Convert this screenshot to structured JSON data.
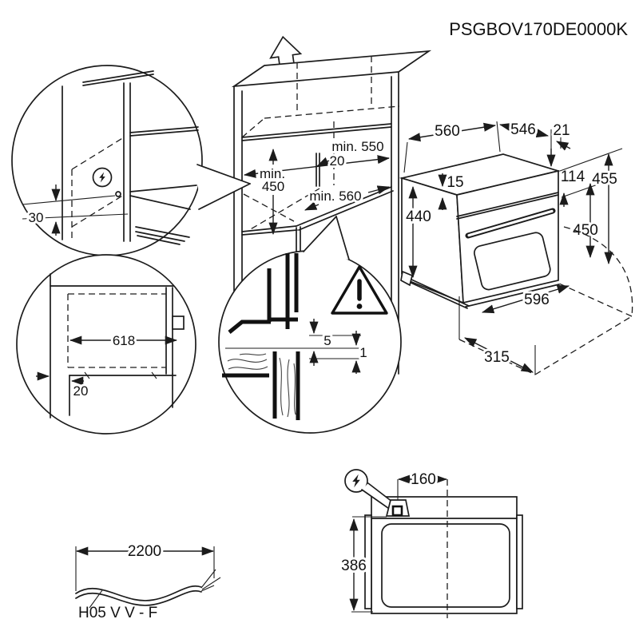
{
  "title": "PSGBOV170DE0000K",
  "colors": {
    "line": "#1c1c1c",
    "background": "#ffffff"
  },
  "icons": {
    "up_arrow": "hollow-up-arrow",
    "power": "lightning-bolt-circle",
    "warning": "exclamation-triangle"
  },
  "cabinet": {
    "niche_depth_top": "min. 550",
    "rear_gap": "20",
    "niche_height_word": "min.",
    "niche_height_value": "450",
    "shelf_depth": "min. 560"
  },
  "power_detail": {
    "offset_below_shelf": "30"
  },
  "cutout_detail": {
    "cutout_width": "618",
    "front_clearance": "20"
  },
  "front_gap_detail": {
    "frame_gap": "5",
    "worktop_gap": "1"
  },
  "oven": {
    "niche_depth": "560",
    "body_depth": "546",
    "door_thickness": "21",
    "top_recess": "15",
    "body_height": "440",
    "control_panel_height": "114",
    "total_height": "455",
    "front_height": "450",
    "body_width": "596",
    "door_open_depth": "315"
  },
  "mains_cable": {
    "length": "2200",
    "type_label": "H05 V V - F"
  },
  "top_view": {
    "connection_offset_from_center": "160",
    "connection_depth_position": "386"
  }
}
